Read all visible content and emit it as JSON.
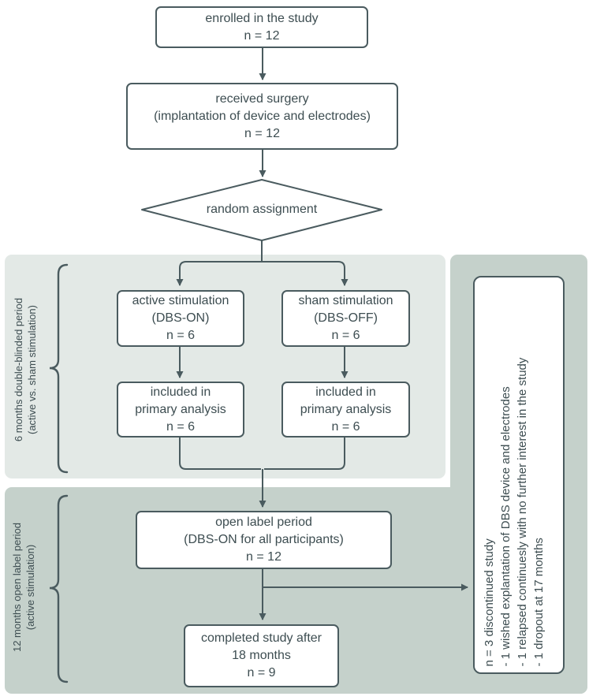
{
  "palette": {
    "line_color": "#4a5b5f",
    "text_color": "#3d4d51",
    "band_light": "#e3e9e6",
    "band_dark": "#c5d1cb",
    "box_fill": "#ffffff"
  },
  "nodes": {
    "enrolled": {
      "lines": [
        "enrolled in the study",
        "n = 12"
      ]
    },
    "surgery": {
      "lines": [
        "received surgery",
        "(implantation of device and electrodes)",
        "n = 12"
      ]
    },
    "random": {
      "label": "random assignment"
    },
    "active": {
      "lines": [
        "active stimulation",
        "(DBS-ON)",
        "n = 6"
      ]
    },
    "sham": {
      "lines": [
        "sham stimulation",
        "(DBS-OFF)",
        "n = 6"
      ]
    },
    "active_analysis": {
      "lines": [
        "included in",
        "primary analysis",
        "n = 6"
      ]
    },
    "sham_analysis": {
      "lines": [
        "included in",
        "primary analysis",
        "n = 6"
      ]
    },
    "open_label": {
      "lines": [
        "open label period",
        "(DBS-ON for all participants)",
        "n = 12"
      ]
    },
    "completed": {
      "lines": [
        "completed study after",
        "18 months",
        "n = 9"
      ]
    },
    "discontinued": {
      "lines": [
        "n = 3 discontinued study",
        "- 1 wished explantation of DBS device and electrodes",
        "- 1 relapsed continuesly with no further interest in the study",
        "- 1 dropout at 17 months"
      ]
    }
  },
  "side_labels": {
    "blinded_period": {
      "lines": [
        "6 months double-blinded period",
        "(active vs. sham stimulation)"
      ]
    },
    "open_period": {
      "lines": [
        "12 months open label period",
        "(active stimulation)"
      ]
    }
  }
}
